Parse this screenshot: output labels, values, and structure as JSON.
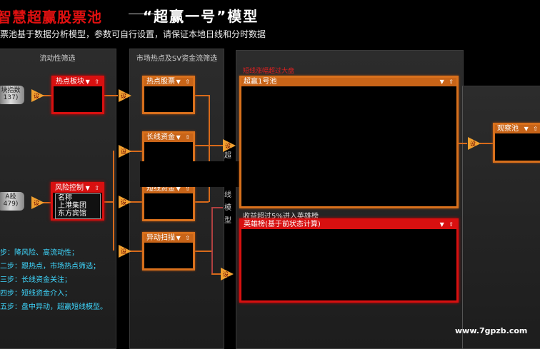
{
  "header": {
    "title_left": "智慧超赢股票池",
    "title_model": "“超赢一号”模型",
    "subtitle": "票池基于数据分析模型，参数可自行设置，请保证本地日线和分时数据"
  },
  "panels": {
    "liquidity": "流动性筛选",
    "hotspot": "市场热点及SV资金流筛选"
  },
  "sources": {
    "index": "块指数",
    "index_count": "137)",
    "ab": "A股",
    "ab_count": "479)"
  },
  "boxes": {
    "hot_sector": "热点板块",
    "hot_stock": "热点股票",
    "long_capital": "长线资金",
    "short_capital": "短线资金",
    "anomaly": "异动扫描",
    "risk": "风险控制",
    "super_pool": "超赢1号池",
    "hero_list": "英雄榜(基于前状态计算)",
    "observe": "观察池"
  },
  "risk_list": {
    "header": "名称",
    "items": [
      "上港集团",
      "东方宾馆"
    ]
  },
  "labels": {
    "hint_top": "短线涨幅超过大盘",
    "hint_bottom": "收益超过5%进入英雄榜",
    "vertical": [
      "超",
      "线",
      "模",
      "型"
    ],
    "tri": "设"
  },
  "steps": [
    "步：降风险、高流动性；",
    "二步：跟热点，市场热点筛选；",
    "三步：长线资金关注；",
    "四步：短线资金介入；",
    "五步：盘中异动，超赢短线模型。"
  ],
  "watermark": "www.7gpzb.com"
}
